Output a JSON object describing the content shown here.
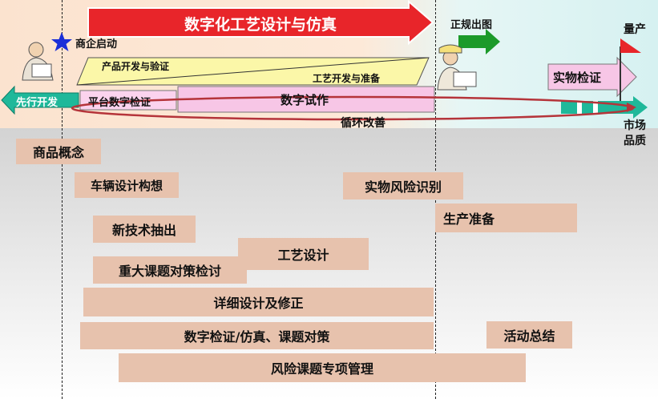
{
  "top": {
    "banner": "数字化工艺设计与仿真",
    "zhengguichutu": "正规出图",
    "liangchan": "量产",
    "shangqiqidong": "商企启动",
    "xianxingkaifa": "先行开发",
    "chanpin": "产品开发与验证",
    "gongyi_zhunbei": "工艺开发与准备",
    "pingtai": "平台数字检证",
    "shuzi_shizuo": "数字试作",
    "shiwu_jianzheng": "实物检证",
    "xunhuan": "循环改善",
    "shichang": "市场",
    "pinzhi": "品质"
  },
  "tasks": [
    {
      "label": "商品概念"
    },
    {
      "label": "车辆设计构想"
    },
    {
      "label": "实物风险识别"
    },
    {
      "label": "生产准备"
    },
    {
      "label": "新技术抽出"
    },
    {
      "label": "工艺设计"
    },
    {
      "label": "重大课题对策检讨"
    },
    {
      "label": "详细设计及修正"
    },
    {
      "label": "数字检证/仿真、课题对策"
    },
    {
      "label": "活动总结"
    },
    {
      "label": "风险课题专项管理"
    }
  ],
  "colors": {
    "banner_red": "#e8252a",
    "task_fill": "#e7c2ad",
    "teal": "#1fb89a",
    "pink": "#f7c6e6",
    "yellow": "#fbf7a8",
    "loop_red": "#b5343a",
    "star_blue": "#1a2fd8"
  }
}
